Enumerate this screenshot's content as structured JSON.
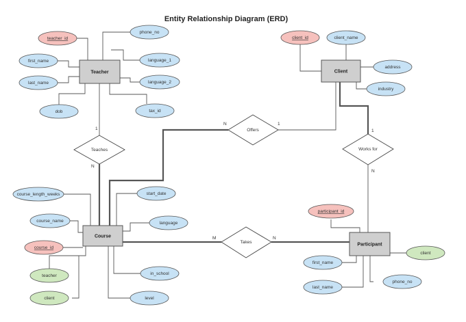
{
  "title": "Entity Relationship Diagram (ERD)",
  "colors": {
    "key_attribute": "#f6c1bd",
    "attribute": "#c7e2f5",
    "foreign_attribute": "#cfe8bf",
    "entity": "#cfcfcf",
    "relationship": "#ffffff"
  },
  "entities": {
    "teacher": "Teacher",
    "client": "Client",
    "course": "Course",
    "participant": "Participant"
  },
  "relationships": {
    "teaches": "Teaches",
    "offers": "Offers",
    "works_for": "Works for",
    "takes": "Takes"
  },
  "attributes": {
    "teacher_id": "teacher_id",
    "teacher_phone_no": "phone_no",
    "first_name": "first_name",
    "language_1": "language_1",
    "last_name": "last_name",
    "language_2": "language_2",
    "dob": "dob",
    "tax_id": "tax_id",
    "client_id": "client_id",
    "client_name": "client_name",
    "address": "address",
    "industry": "industry",
    "course_length_weeks": "course_length_weeks",
    "start_date": "start_date",
    "course_name": "course_name",
    "language": "language",
    "course_id": "course_id",
    "course_teacher": "teacher",
    "course_client": "client",
    "in_school": "in_school",
    "level": "level",
    "participant_id": "participant_id",
    "participant_client": "client",
    "participant_first_name": "first_name",
    "participant_last_name": "last_name",
    "participant_phone_no": "phone_no"
  },
  "cardinalities": {
    "teaches_teacher": "1",
    "teaches_course": "N",
    "offers_course": "N",
    "offers_client": "1",
    "works_for_client": "1",
    "works_for_participant": "N",
    "takes_course": "M",
    "takes_participant": "N"
  }
}
